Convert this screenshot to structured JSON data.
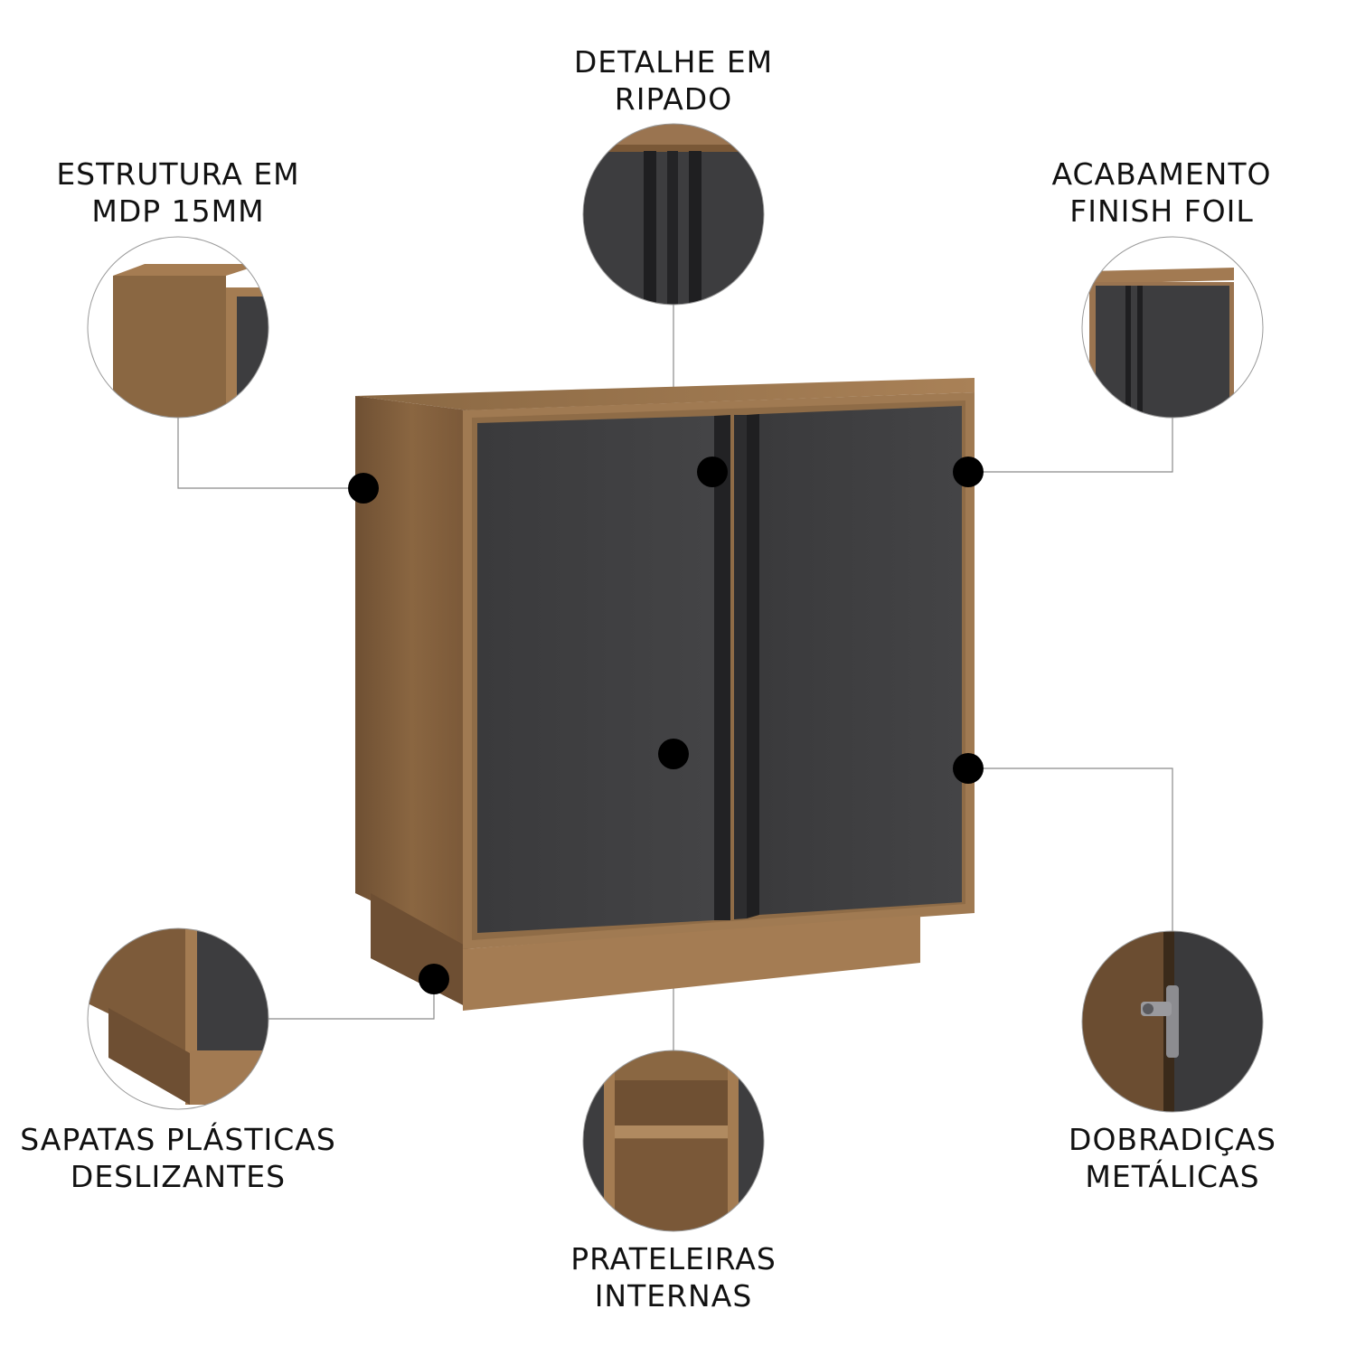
{
  "callouts": {
    "estrutura": {
      "line1": "ESTRUTURA EM",
      "line2": "MDP 15MM"
    },
    "ripado": {
      "line1": "DETALHE EM",
      "line2": "RIPADO"
    },
    "acabamento": {
      "line1": "ACABAMENTO",
      "line2": "FINISH FOIL"
    },
    "sapatas": {
      "line1": "SAPATAS PLÁSTICAS",
      "line2": "DESLIZANTES"
    },
    "prateleiras": {
      "line1": "PRATELEIRAS",
      "line2": "INTERNAS"
    },
    "dobradicas": {
      "line1": "DOBRADIÇAS",
      "line2": "METÁLICAS"
    }
  },
  "colors": {
    "wood": "#7d5b3a",
    "wood_light": "#a27a52",
    "door": "#3d3d3f",
    "slat": "#252527",
    "marker": "#000000",
    "leader_line": "#8a8a8a"
  }
}
